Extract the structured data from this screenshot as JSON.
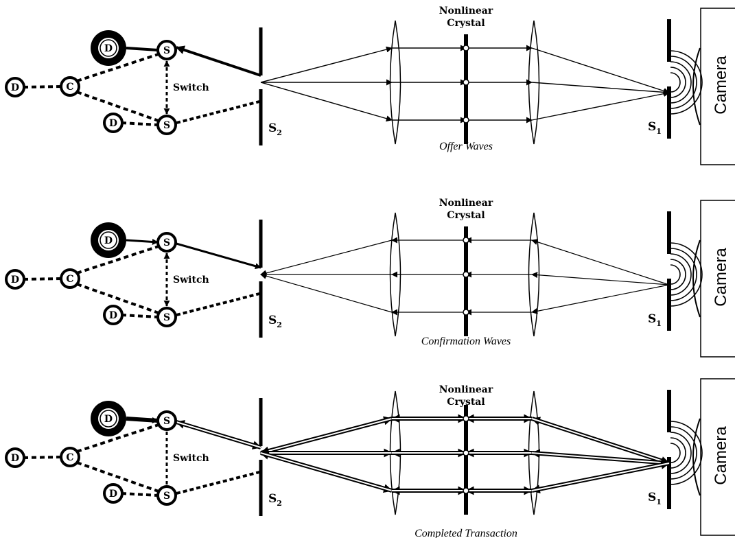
{
  "labels": {
    "crystal_line1": "Nonlinear",
    "crystal_line2": "Crystal",
    "switch": "Switch",
    "camera": "Camera",
    "slit_letter": "S",
    "slit2_sub": "2",
    "slit1_sub": "1",
    "node_D": "D",
    "node_C": "C",
    "node_S": "S"
  },
  "panels": [
    {
      "caption": "Offer Waves"
    },
    {
      "caption": "Confirmation Waves"
    },
    {
      "caption": "Completed Transaction"
    }
  ],
  "colors": {
    "ink": "#000000",
    "paper": "#ffffff"
  }
}
